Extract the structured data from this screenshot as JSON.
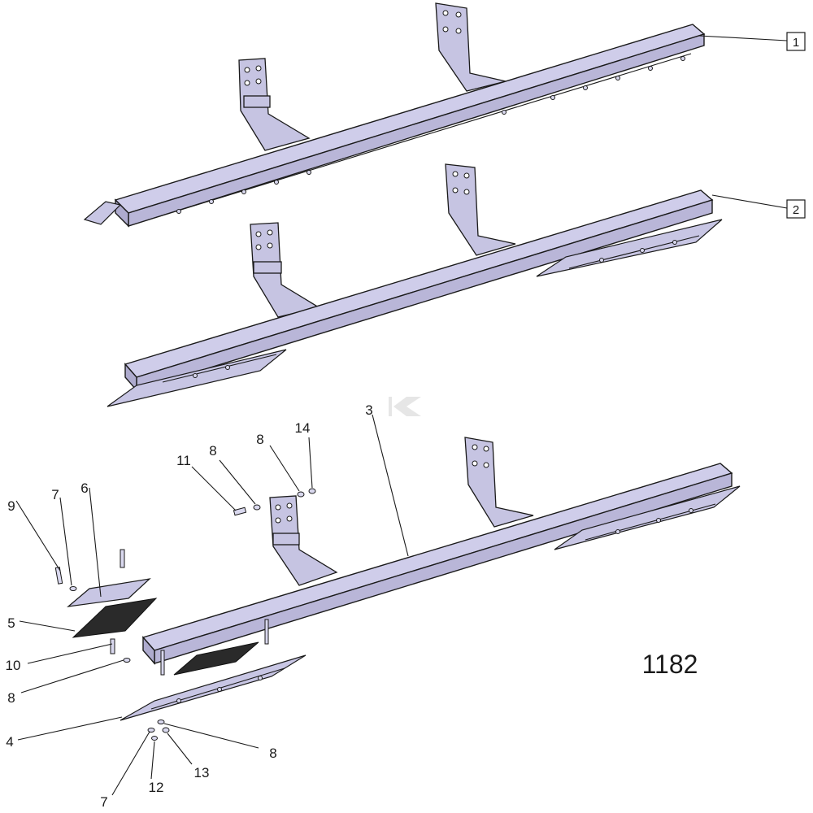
{
  "assembly_tags": [
    {
      "id": "tag-1",
      "label": "1"
    },
    {
      "id": "tag-2",
      "label": "2"
    }
  ],
  "callouts": [
    {
      "id": "callout-3",
      "label": "3"
    },
    {
      "id": "callout-4",
      "label": "4"
    },
    {
      "id": "callout-5",
      "label": "5"
    },
    {
      "id": "callout-6",
      "label": "6"
    },
    {
      "id": "callout-7a",
      "label": "7"
    },
    {
      "id": "callout-7b",
      "label": "7"
    },
    {
      "id": "callout-8a",
      "label": "8"
    },
    {
      "id": "callout-8b",
      "label": "8"
    },
    {
      "id": "callout-8c",
      "label": "8"
    },
    {
      "id": "callout-8d",
      "label": "8"
    },
    {
      "id": "callout-9",
      "label": "9"
    },
    {
      "id": "callout-10",
      "label": "10"
    },
    {
      "id": "callout-11",
      "label": "11"
    },
    {
      "id": "callout-12",
      "label": "12"
    },
    {
      "id": "callout-13",
      "label": "13"
    },
    {
      "id": "callout-14",
      "label": "14"
    }
  ],
  "drawing_number": "1182",
  "colors": {
    "part_fill": "#cfcdea",
    "part_shadow": "#b9b6d8",
    "dark_part": "#2a2a2a",
    "line": "#1a1a1a"
  }
}
